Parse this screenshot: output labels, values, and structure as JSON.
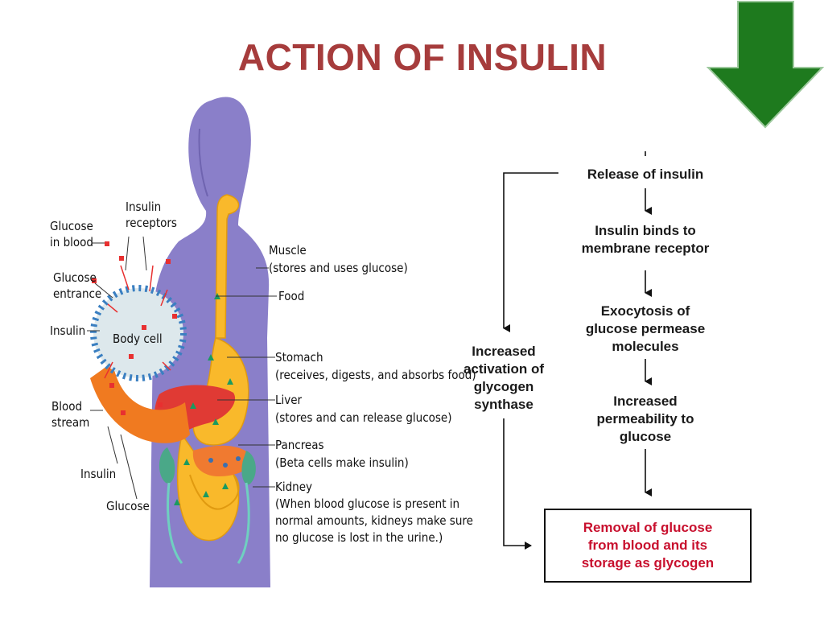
{
  "title": "ACTION OF INSULIN",
  "colors": {
    "title": "#a63c3c",
    "arrow_green": "#1e7a1e",
    "body": "#8a7fc9",
    "result_text": "#c8102e"
  },
  "icons": [
    "down-arrow-icon"
  ],
  "cell_labels": {
    "glucose_in_blood": "Glucose\nin blood",
    "insulin_receptors": "Insulin\nreceptors",
    "glucose_entrance": "Glucose\nentrance",
    "insulin": "Insulin",
    "body_cell": "Body cell",
    "blood_stream": "Blood\nstream",
    "insulin_2": "Insulin",
    "glucose": "Glucose"
  },
  "organ_labels": {
    "muscle": "Muscle\n(stores and uses glucose)",
    "food": "Food",
    "stomach": "Stomach\n(receives, digests, and absorbs food)",
    "liver": "Liver\n(stores and can release glucose)",
    "pancreas": "Pancreas\n(Beta cells make insulin)",
    "kidney": "Kidney\n(When blood glucose is present in\nnormal amounts, kidneys make sure\nno glucose is lost in the urine.)"
  },
  "flowchart": {
    "step1": "Release of insulin",
    "step2": "Insulin binds to\nmembrane receptor",
    "step3": "Exocytosis of\nglucose permease\nmolecules",
    "step4": "Increased\npermeability to\nglucose",
    "side": "Increased\nactivation of\nglycogen\nsynthase",
    "result": "Removal of glucose\nfrom blood and its\nstorage as glycogen"
  }
}
